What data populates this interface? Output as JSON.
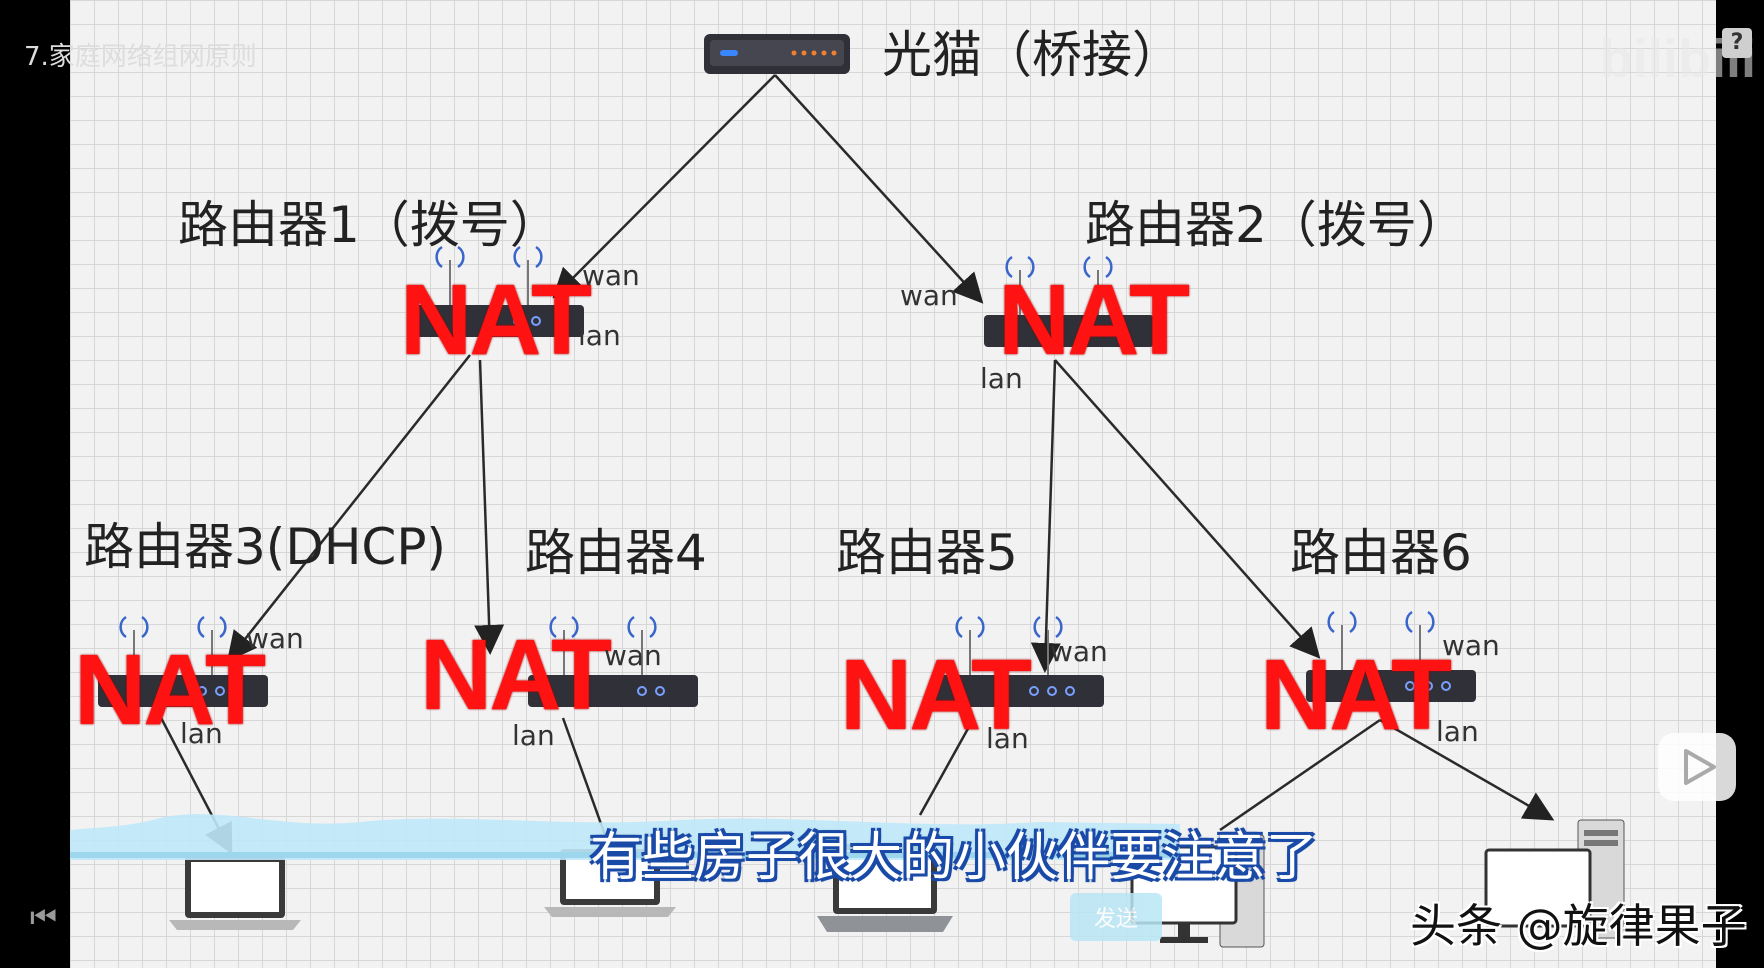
{
  "video": {
    "title": "7.家庭网络组网原则",
    "subtitle": "有些房子很大的小伙伴要注意了",
    "watermark": "头条 @旋律果子",
    "send_label": "发送",
    "logo_text": "bilibili",
    "help_text": "?"
  },
  "diagram": {
    "modem": {
      "label": "光猫（桥接）"
    },
    "routers": [
      {
        "id": "r1",
        "label": "路由器1（拨号）",
        "nat": "NAT",
        "wan": "wan",
        "lan": "lan"
      },
      {
        "id": "r2",
        "label": "路由器2（拨号）",
        "nat": "NAT",
        "wan": "wan",
        "lan": "lan"
      },
      {
        "id": "r3",
        "label": "路由器3(DHCP)",
        "nat": "NAT",
        "wan": "wan",
        "lan": "lan"
      },
      {
        "id": "r4",
        "label": "路由器4",
        "nat": "NAT",
        "wan": "wan",
        "lan": "lan"
      },
      {
        "id": "r5",
        "label": "路由器5",
        "nat": "NAT",
        "wan": "wan",
        "lan": "lan"
      },
      {
        "id": "r6",
        "label": "路由器6",
        "nat": "NAT",
        "wan": "wan",
        "lan": "lan"
      }
    ],
    "devices": [
      {
        "id": "laptop-1",
        "kind": "laptop"
      },
      {
        "id": "laptop-2",
        "kind": "laptop"
      },
      {
        "id": "laptop-3",
        "kind": "laptop"
      },
      {
        "id": "desktop-1",
        "kind": "desktop"
      },
      {
        "id": "desktop-2",
        "kind": "desktop"
      }
    ],
    "icons": [
      "modem-icon",
      "router-icon",
      "wifi-antenna-icon",
      "laptop-icon",
      "desktop-pc-icon"
    ],
    "colors": {
      "nat": "#ff1212",
      "grid": "#d7d7d7",
      "background": "#f2f2f2"
    }
  }
}
